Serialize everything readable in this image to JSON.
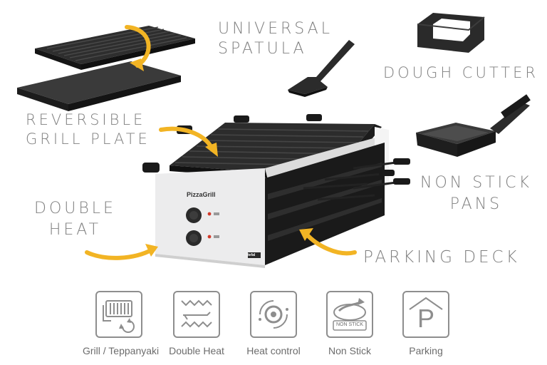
{
  "callouts": {
    "spatula": [
      "universal",
      "spatula"
    ],
    "dough_cutter": "Dough cutter",
    "grill_plate": [
      "reversible",
      "grill plate"
    ],
    "non_stick": [
      "non stick",
      "pans"
    ],
    "double_heat": [
      "double",
      "heat"
    ],
    "parking_deck": "parking deck"
  },
  "product": {
    "brand_label": "PizzaGrill",
    "side_badge": "tefal"
  },
  "features": [
    {
      "icon": "grill-teppanyaki-icon",
      "label": "Grill / Teppanyaki"
    },
    {
      "icon": "double-heat-icon",
      "label": "Double Heat"
    },
    {
      "icon": "heat-control-icon",
      "label": "Heat control"
    },
    {
      "icon": "non-stick-icon",
      "label": "Non Stick",
      "badge": "NON STICK"
    },
    {
      "icon": "parking-icon",
      "label": "Parking",
      "letter": "P"
    }
  ],
  "colors": {
    "accent_arrow": "#f2b424",
    "text_grey": "#7f7f7f",
    "device_body": "#e9e9ea",
    "plate_dark": "#262626"
  }
}
